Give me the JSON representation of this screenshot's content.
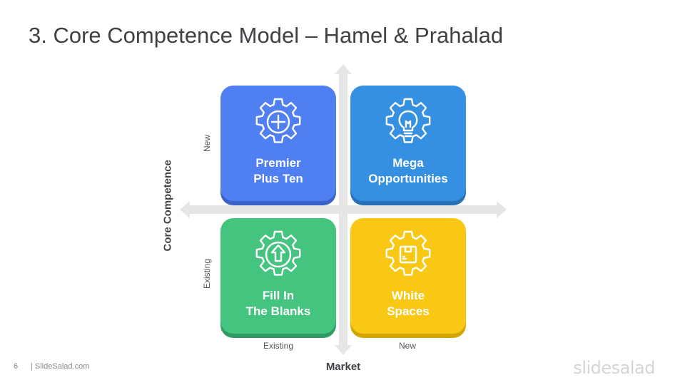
{
  "slide": {
    "title": "3. Core Competence Model – Hamel & Prahalad",
    "page_number": "6",
    "footer_text": "| SlideSalad.com",
    "brand": "slidesalad"
  },
  "axes": {
    "y_title": "Core Competence",
    "x_title": "Market",
    "y_top_label": "New",
    "y_bottom_label": "Existing",
    "x_left_label": "Existing",
    "x_right_label": "New"
  },
  "quadrants": [
    {
      "line1": "Premier",
      "line2": "Plus Ten",
      "color": "#4f7ff0",
      "shade": "#3b63c7",
      "icon": "plus-gear-icon"
    },
    {
      "line1": "Mega",
      "line2": "Opportunities",
      "color": "#3590e1",
      "shade": "#2871b7",
      "icon": "lightbulb-gear-icon"
    },
    {
      "line1": "Fill In",
      "line2": "The Blanks",
      "color": "#45c480",
      "shade": "#2f9a61",
      "icon": "up-arrow-gear-icon"
    },
    {
      "line1": "White",
      "line2": "Spaces",
      "color": "#f9c814",
      "shade": "#d2a600",
      "icon": "box-gear-icon"
    }
  ]
}
